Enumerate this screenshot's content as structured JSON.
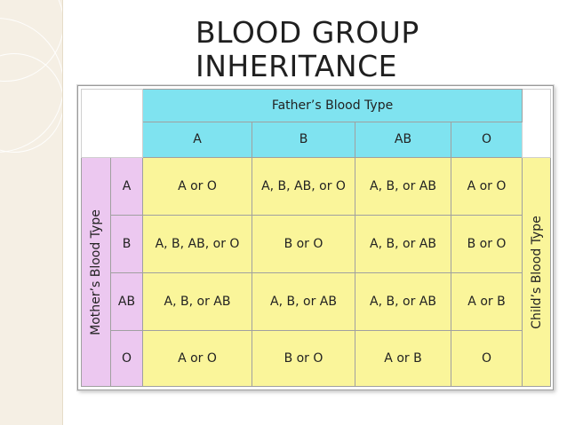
{
  "slide": {
    "title": "BLOOD GROUP INHERITANCE"
  },
  "table": {
    "father_label": "Father’s Blood Type",
    "mother_label": "Mother’s Blood Type",
    "child_label": "Child’s Blood Type",
    "columns": [
      "A",
      "B",
      "AB",
      "O"
    ],
    "rows": [
      {
        "mother": "A",
        "cells": [
          "A or O",
          "A, B, AB, or O",
          "A, B, or AB",
          "A or O"
        ]
      },
      {
        "mother": "B",
        "cells": [
          "A, B, AB, or O",
          "B or O",
          "A, B, or AB",
          "B or O"
        ]
      },
      {
        "mother": "AB",
        "cells": [
          "A, B, or AB",
          "A, B, or AB",
          "A, B, or AB",
          "A or B"
        ]
      },
      {
        "mother": "O",
        "cells": [
          "A or O",
          "B or O",
          "A or B",
          "O"
        ]
      }
    ]
  },
  "colors": {
    "header": "#7fe3f0",
    "mother": "#ecc8f0",
    "cell": "#faf59a"
  }
}
